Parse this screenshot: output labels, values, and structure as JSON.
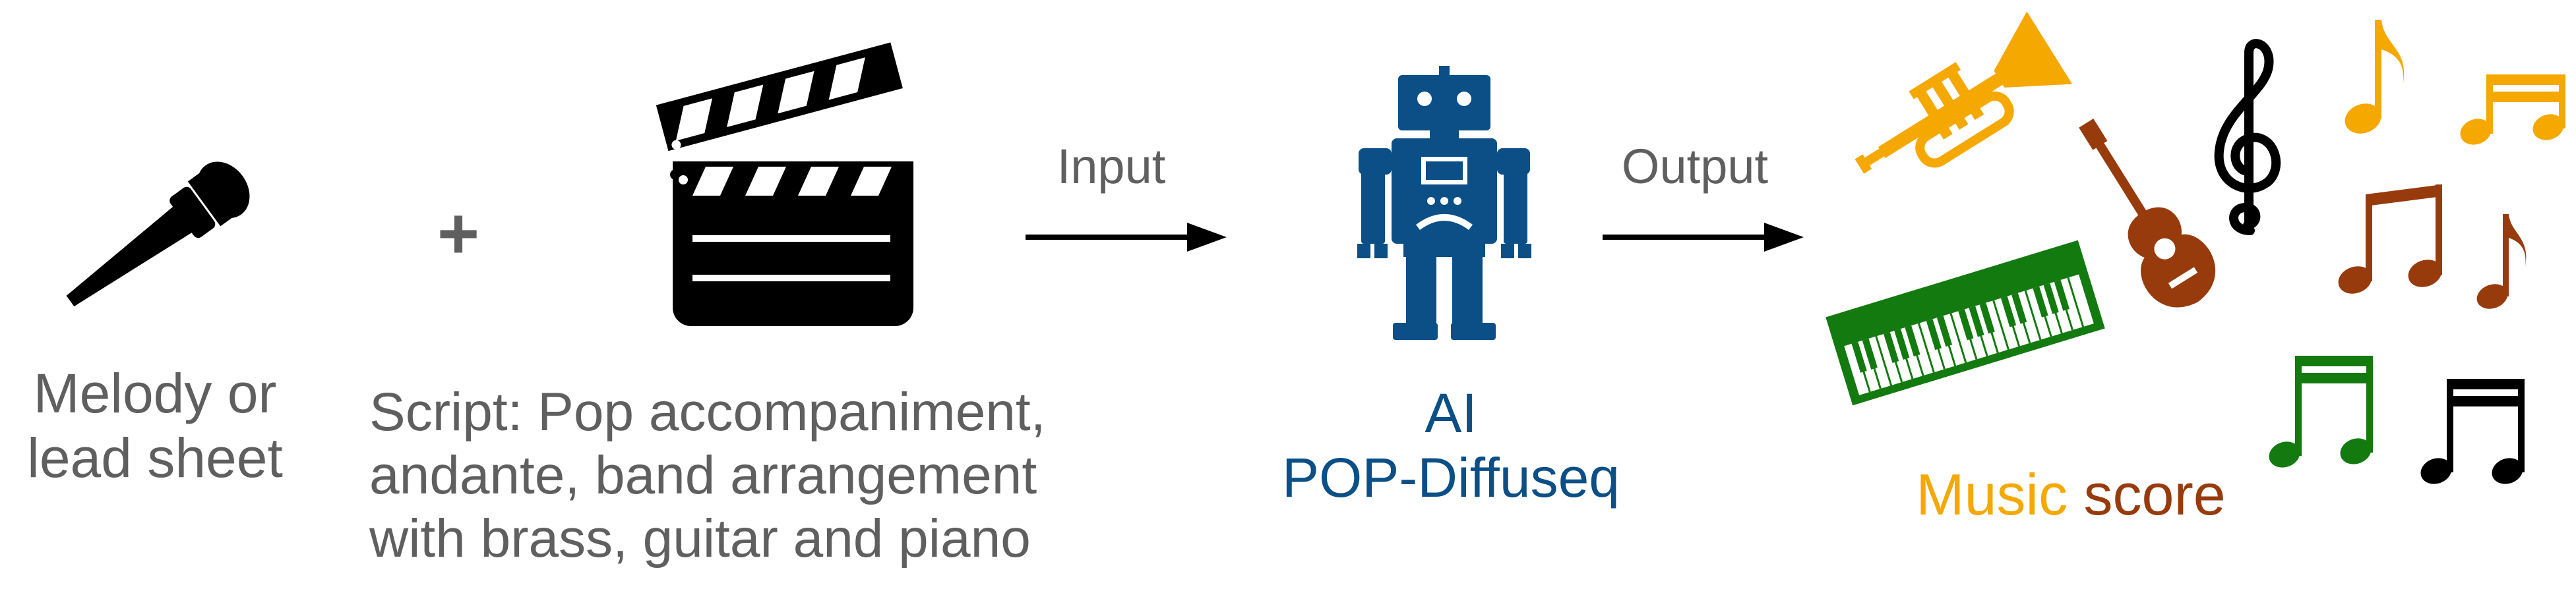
{
  "input_label": "Melody or lead sheet",
  "input_label_lines": [
    "Melody or",
    "lead sheet"
  ],
  "plus_sign": "+",
  "script_lines": [
    "Script: Pop accompaniment,",
    "andante, band arrangement",
    "with brass, guitar and piano"
  ],
  "arrow_input_label": "Input",
  "ai_lines": [
    "AI",
    "POP-Diffuseq"
  ],
  "arrow_output_label": "Output",
  "result": {
    "word1": "Music",
    "word2": "score"
  },
  "icons": [
    "microphone-icon",
    "clapperboard-icon",
    "robot-icon",
    "trumpet-icon",
    "guitar-icon",
    "keyboard-icon",
    "treble-clef-icon",
    "eighth-note-icon",
    "beamed-notes-icon"
  ],
  "colors": {
    "text_gray": "#5f5f5f",
    "ai_blue": "#0b4f86",
    "trumpet_gold": "#f5a800",
    "guitar_brown": "#973b0c",
    "keyboard_green": "#137a10",
    "black": "#000000"
  }
}
